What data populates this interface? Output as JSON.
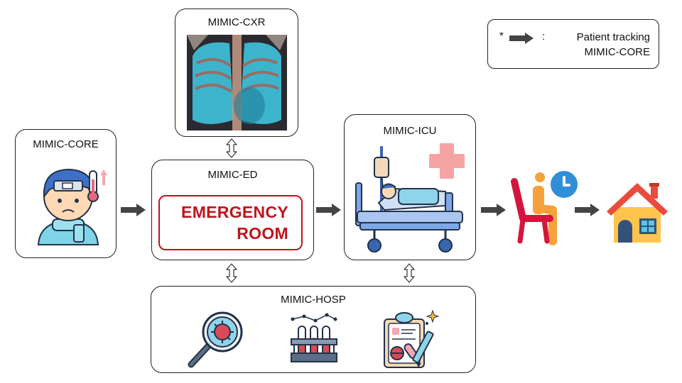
{
  "legend": {
    "asterisk": "*",
    "colon": ":",
    "line1": "Patient tracking",
    "line2": "MIMIC-CORE"
  },
  "nodes": {
    "core": "MIMIC-CORE",
    "cxr": "MIMIC-CXR",
    "ed": "MIMIC-ED",
    "icu": "MIMIC-ICU",
    "hosp": "MIMIC-HOSP"
  },
  "emergency_sign": {
    "line1": "EMERGENCY",
    "line2": "ROOM"
  },
  "icons": [
    "sick-patient-icon",
    "chest-xray-image",
    "emergency-room-sign",
    "hospital-bed-icon",
    "medical-cross-icon",
    "waiting-chair-icon",
    "clock-icon",
    "house-icon",
    "virus-magnifier-icon",
    "test-tubes-icon",
    "medical-record-icon"
  ],
  "colors": {
    "arrow": "#444444",
    "emergency_red": "#c0141c",
    "xray_cyan": "#3cb4cc"
  }
}
